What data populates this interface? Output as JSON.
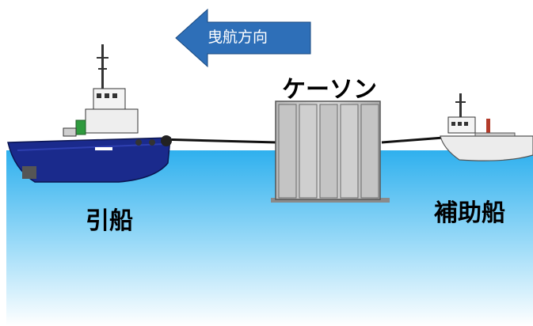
{
  "direction_arrow": {
    "label": "曳航方向",
    "fill": "#2e6fb8"
  },
  "caisson": {
    "label": "ケーソン",
    "fill": "#c8c8c8"
  },
  "tugboat": {
    "label": "引船",
    "hull_color": "#1a2a8c"
  },
  "support_vessel": {
    "label": "補助船",
    "hull_color": "#ececec"
  },
  "sea": {
    "top_color": "#2fb0ee",
    "bottom_color": "#ffffff"
  }
}
